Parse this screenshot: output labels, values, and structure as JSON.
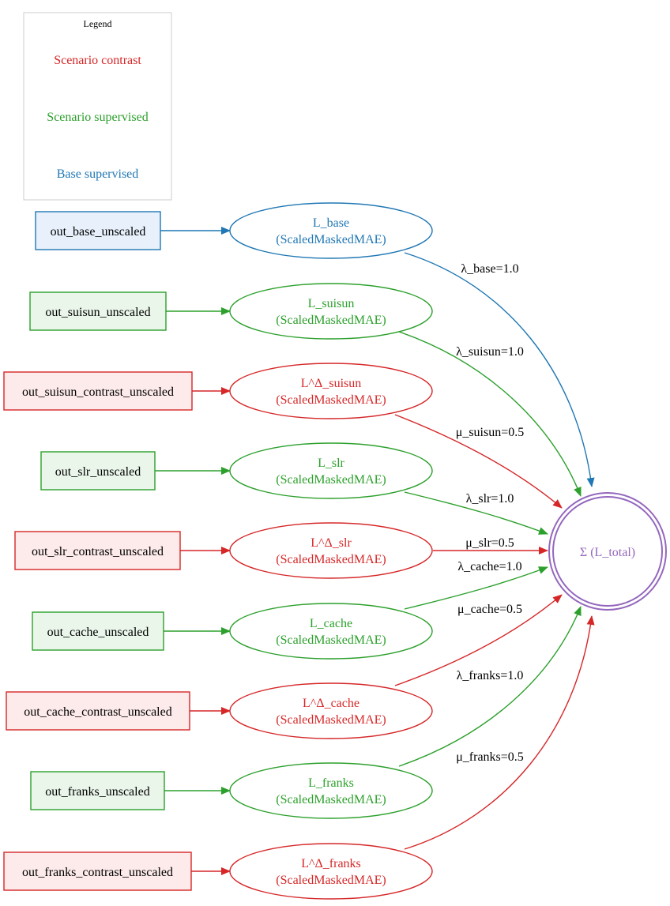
{
  "colors": {
    "base": "#1f77b4",
    "supervised": "#2ca02c",
    "contrast": "#d62728",
    "total": "#9467bd",
    "base_fill": "#e8f1fb",
    "supervised_fill": "#eaf6ea",
    "contrast_fill": "#fdeaea",
    "legend_border": "#cccccc"
  },
  "legend": {
    "title": "Legend",
    "contrast": "Scenario contrast",
    "supervised": "Scenario supervised",
    "base": "Base supervised"
  },
  "total": {
    "label": "Σ (L_total)"
  },
  "rows": [
    {
      "source": "out_base_unscaled",
      "loss": "L_base",
      "loss_type": "(ScaledMaskedMAE)",
      "weight": "λ_base=1.0",
      "kind": "base"
    },
    {
      "source": "out_suisun_unscaled",
      "loss": "L_suisun",
      "loss_type": "(ScaledMaskedMAE)",
      "weight": "λ_suisun=1.0",
      "kind": "supervised"
    },
    {
      "source": "out_suisun_contrast_unscaled",
      "loss": "L^Δ_suisun",
      "loss_type": "(ScaledMaskedMAE)",
      "weight": "μ_suisun=0.5",
      "kind": "contrast"
    },
    {
      "source": "out_slr_unscaled",
      "loss": "L_slr",
      "loss_type": "(ScaledMaskedMAE)",
      "weight": "λ_slr=1.0",
      "kind": "supervised"
    },
    {
      "source": "out_slr_contrast_unscaled",
      "loss": "L^Δ_slr",
      "loss_type": "(ScaledMaskedMAE)",
      "weight": "μ_slr=0.5",
      "kind": "contrast"
    },
    {
      "source": "out_cache_unscaled",
      "loss": "L_cache",
      "loss_type": "(ScaledMaskedMAE)",
      "weight": "λ_cache=1.0",
      "kind": "supervised"
    },
    {
      "source": "out_cache_contrast_unscaled",
      "loss": "L^Δ_cache",
      "loss_type": "(ScaledMaskedMAE)",
      "weight": "μ_cache=0.5",
      "kind": "contrast"
    },
    {
      "source": "out_franks_unscaled",
      "loss": "L_franks",
      "loss_type": "(ScaledMaskedMAE)",
      "weight": "λ_franks=1.0",
      "kind": "supervised"
    },
    {
      "source": "out_franks_contrast_unscaled",
      "loss": "L^Δ_franks",
      "loss_type": "(ScaledMaskedMAE)",
      "weight": "μ_franks=0.5",
      "kind": "contrast"
    }
  ]
}
